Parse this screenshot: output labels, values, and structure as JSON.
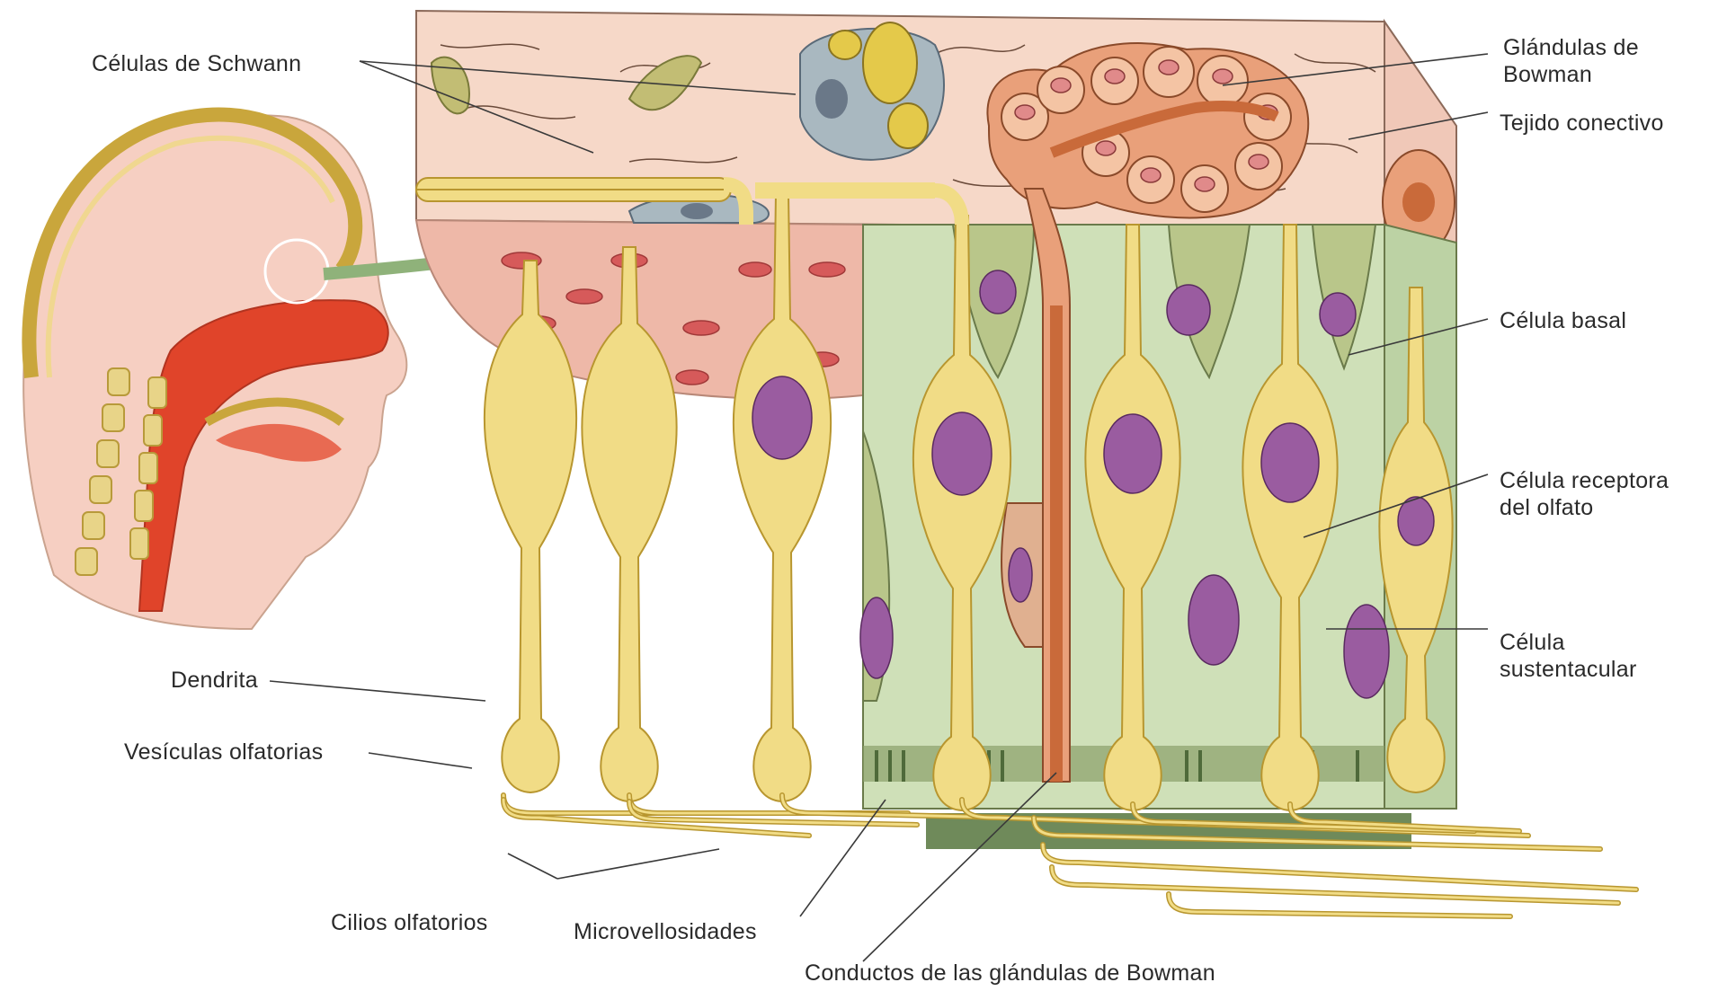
{
  "labels": {
    "schwann": "Células de Schwann",
    "bowman_glands": [
      "Glándulas de",
      "Bowman"
    ],
    "connective": "Tejido conectivo",
    "basal": "Célula basal",
    "receptor": [
      "Célula receptora",
      "del olfato"
    ],
    "sustentacular": [
      "Célula",
      "sustentacular"
    ],
    "dendrite": "Dendrita",
    "vesicles": "Vesículas olfatorias",
    "cilia": "Cilios olfatorios",
    "microvilli": "Microvellosidades",
    "ducts": "Conductos de las glándulas de Bowman"
  },
  "colors": {
    "neuron": "#f1dc86",
    "neuron_outline": "#b8962f",
    "connective": "#f6d8c8",
    "lamina": "#eeb8a8",
    "epithelium": "#cfe0b8",
    "sustentacular_cell": "#b9c68a",
    "nucleus": "#9a5ca0",
    "gland": "#e9a07a",
    "duct": "#c96a3a",
    "schwann": "#a9b8c0",
    "blood": "#d65a5a",
    "head_fill": "#f6cfc2",
    "nasal_cavity": "#e0442a",
    "arrow": "#8fb27a"
  }
}
